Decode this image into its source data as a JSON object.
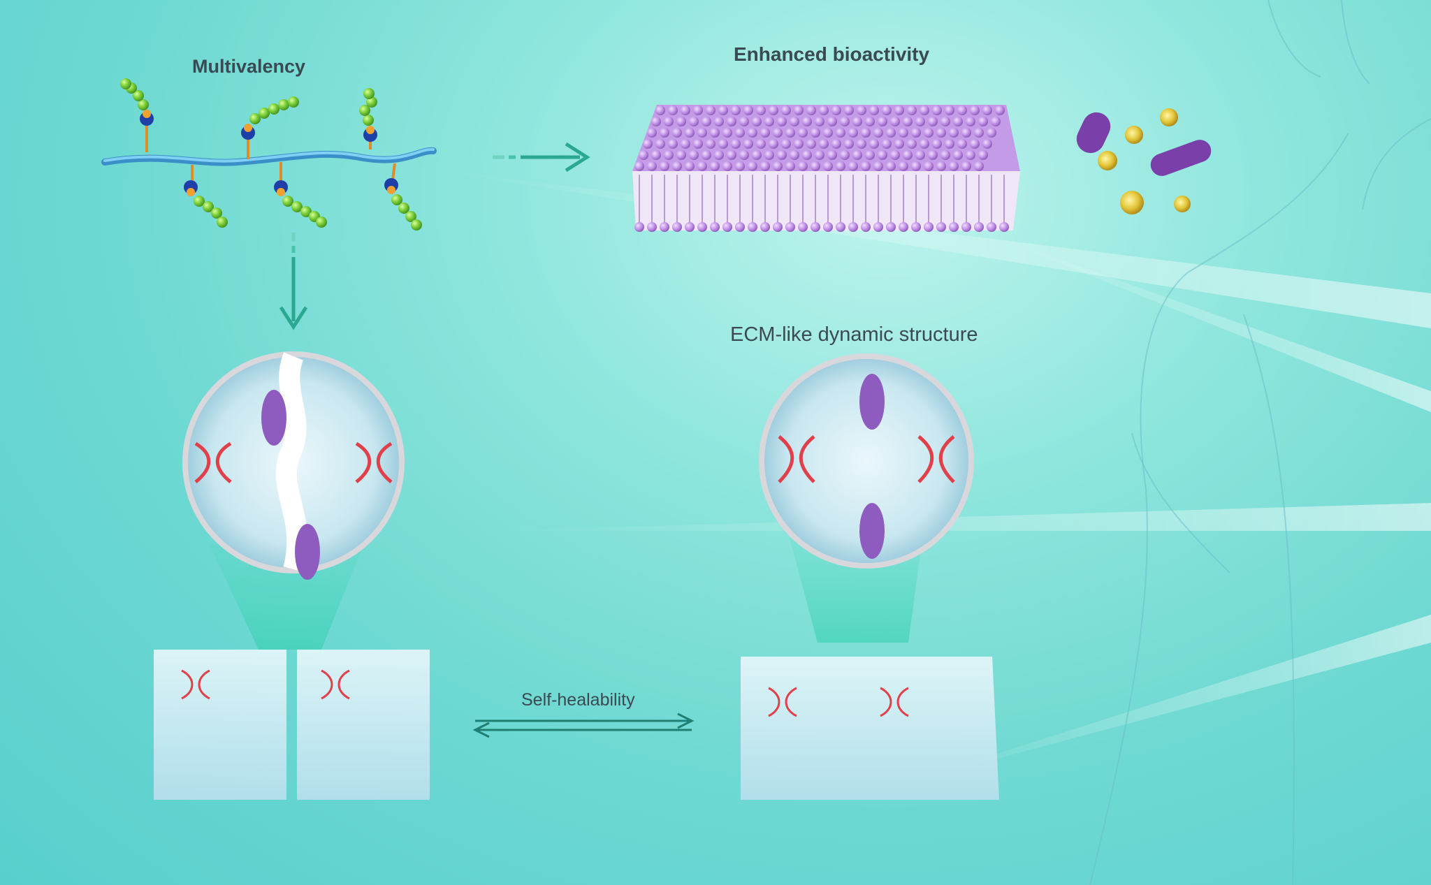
{
  "labels": {
    "multivalency": "Multivalency",
    "bioactivity": "Enhanced bioactivity",
    "ecm": "ECM-like dynamic structure",
    "self_healability": "Self-healability"
  },
  "colors": {
    "background": "#7ddfd6",
    "arrow": "#2bb39a",
    "polymer_backbone": "#5bb8e6",
    "green_bead": "#7ccf3a",
    "crosslink_red": "#e0404a",
    "membrane_purple": "#b889e0",
    "bacteria_purple": "#7a3fa8",
    "cocci_yellow": "#e3c73a"
  },
  "icons": [
    "multivalent-polymer-icon",
    "lipid-membrane-icon",
    "bacteria-icon",
    "hydrogel-block-icon",
    "magnifier-circle-icon",
    "body-silhouette-icon"
  ]
}
